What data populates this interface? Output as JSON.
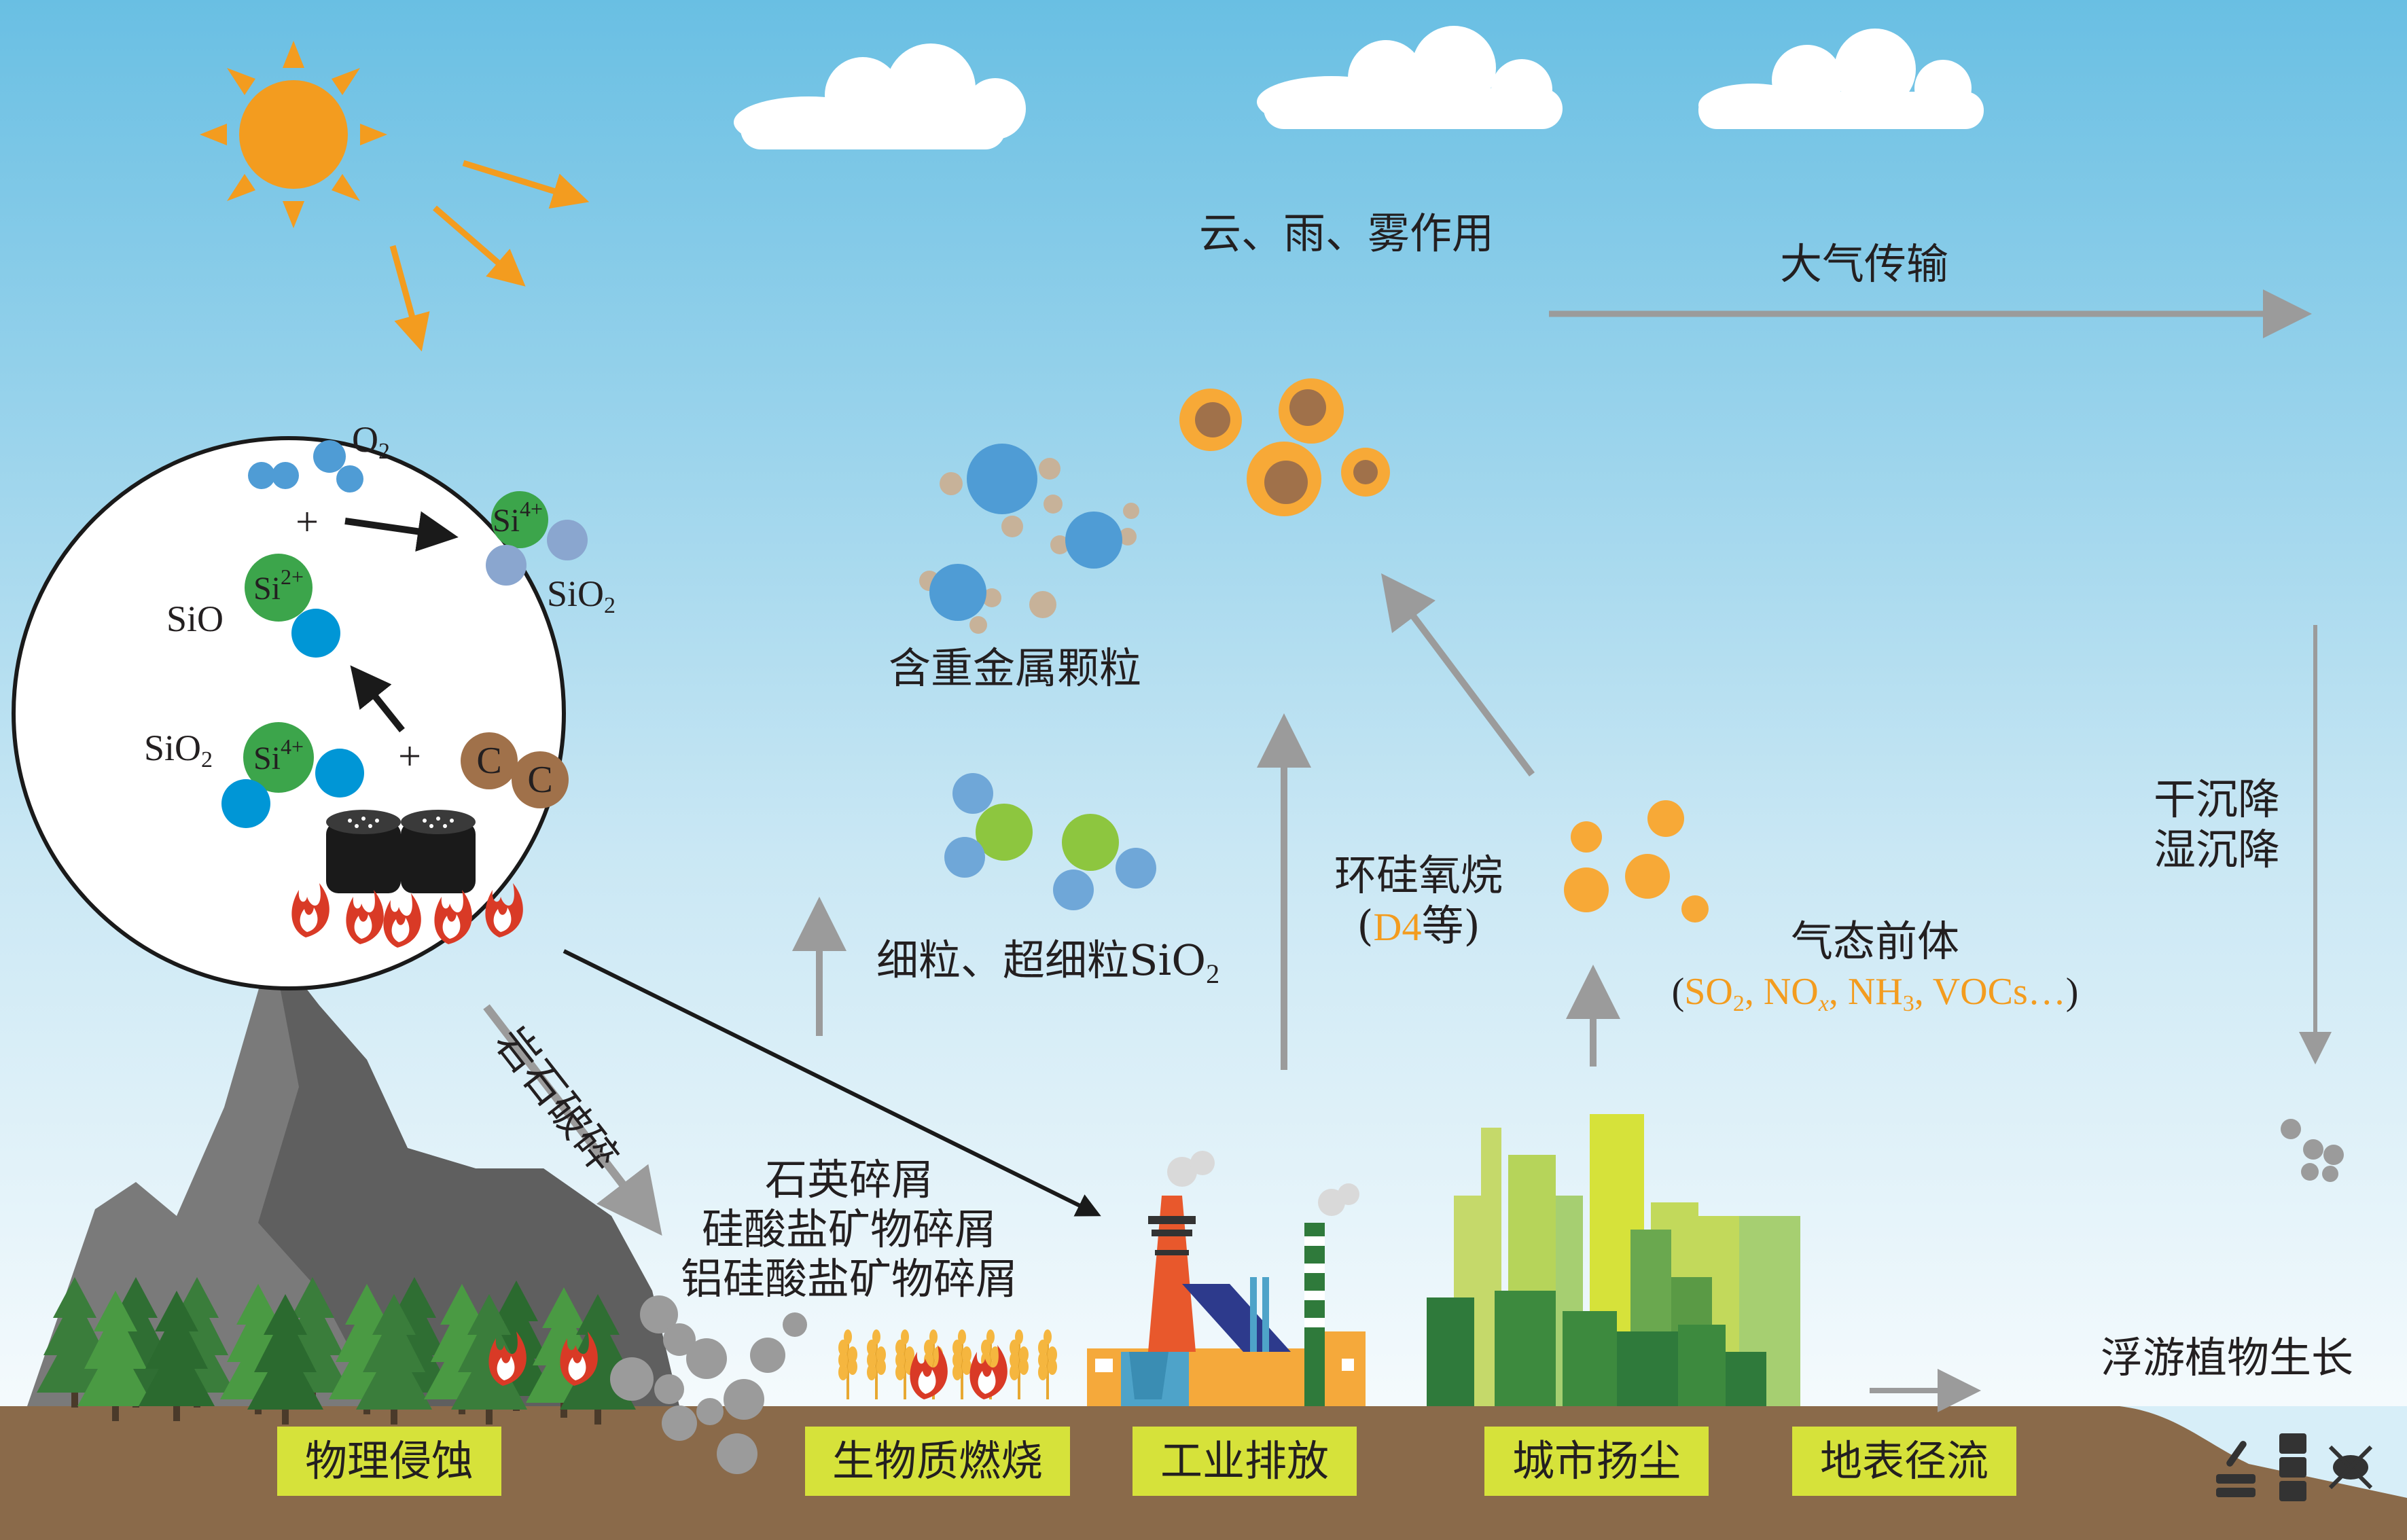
{
  "atmosphere": {
    "cloud_rain_fog": "云、雨、雾作用",
    "transport": "大气传输",
    "deposition_dry": "干沉降",
    "deposition_wet": "湿沉降"
  },
  "reaction": {
    "o2_label": "O",
    "o2_sub": "2",
    "plus_top": "+",
    "si4_top": "Si",
    "si4_top_sup": "4+",
    "sio2_right": "SiO",
    "sio2_right_sub": "2",
    "si2": "Si",
    "si2_sup": "2+",
    "sio_left": "SiO",
    "sio2_left": "SiO",
    "sio2_left_sub": "2",
    "si4_bottom": "Si",
    "si4_bottom_sup": "4+",
    "plus_bottom": "+",
    "carbon_1": "C",
    "carbon_2": "C"
  },
  "particles": {
    "heavy_metal": "含重金属颗粒",
    "fine_sio2": "细粒、超细粒SiO",
    "fine_sio2_sub": "2",
    "siloxane": "环硅氧烷",
    "siloxane_open": "(",
    "siloxane_example": "D4",
    "siloxane_close": "等)",
    "precursor": "气态前体",
    "precursor_open": "(",
    "precursor_list_a": "SO",
    "precursor_list_a_sub": "2",
    "precursor_list_b": ", NO",
    "precursor_list_b_sub": "x",
    "precursor_list_c": ", NH",
    "precursor_list_c_sub": "3",
    "precursor_list_d": ", VOCs…",
    "precursor_close": ")"
  },
  "ground": {
    "rock_breaking": "岩石破碎",
    "debris_1": "石英碎屑",
    "debris_2": "硅酸盐矿物碎屑",
    "debris_3": "铝硅酸盐矿物碎屑",
    "plankton": "浮游植物生长"
  },
  "sources": [
    {
      "label": "物理侵蚀"
    },
    {
      "label": "生物质燃烧"
    },
    {
      "label": "工业排放"
    },
    {
      "label": "城市扬尘"
    },
    {
      "label": "地表径流"
    }
  ],
  "colors": {
    "sky_top": "#69bfe3",
    "sky_bottom": "#ffffff",
    "sun": "#f39c1f",
    "blue_particle": "#4f9cd5",
    "green_particle": "#8dc63f",
    "orange_particle": "#f7a937",
    "brown_particle": "#a0714a",
    "badge": "#d6e23a",
    "arrow_gray": "#9b9b9b",
    "ground": "#8a6a4a"
  }
}
